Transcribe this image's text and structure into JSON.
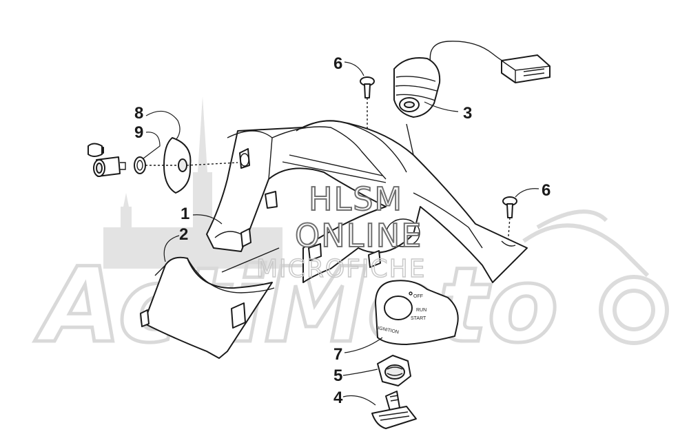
{
  "watermark": {
    "background_logo": "ActiMoto",
    "line1": "HLSM",
    "line2": "ONLINE",
    "line3": "MICROFICHE"
  },
  "callouts": [
    {
      "id": "1",
      "label": "1"
    },
    {
      "id": "2",
      "label": "2"
    },
    {
      "id": "3",
      "label": "3"
    },
    {
      "id": "4",
      "label": "4"
    },
    {
      "id": "5",
      "label": "5"
    },
    {
      "id": "6a",
      "label": "6"
    },
    {
      "id": "6b",
      "label": "6"
    },
    {
      "id": "7",
      "label": "7"
    },
    {
      "id": "8",
      "label": "8"
    },
    {
      "id": "9",
      "label": "9"
    }
  ],
  "ignition_plate": {
    "label": "IGNITION",
    "off": "OFF",
    "run": "RUN",
    "start": "START"
  },
  "colors": {
    "line": "#1a1a1a",
    "watermark_gray": "#d9d9d9",
    "background": "#ffffff"
  }
}
